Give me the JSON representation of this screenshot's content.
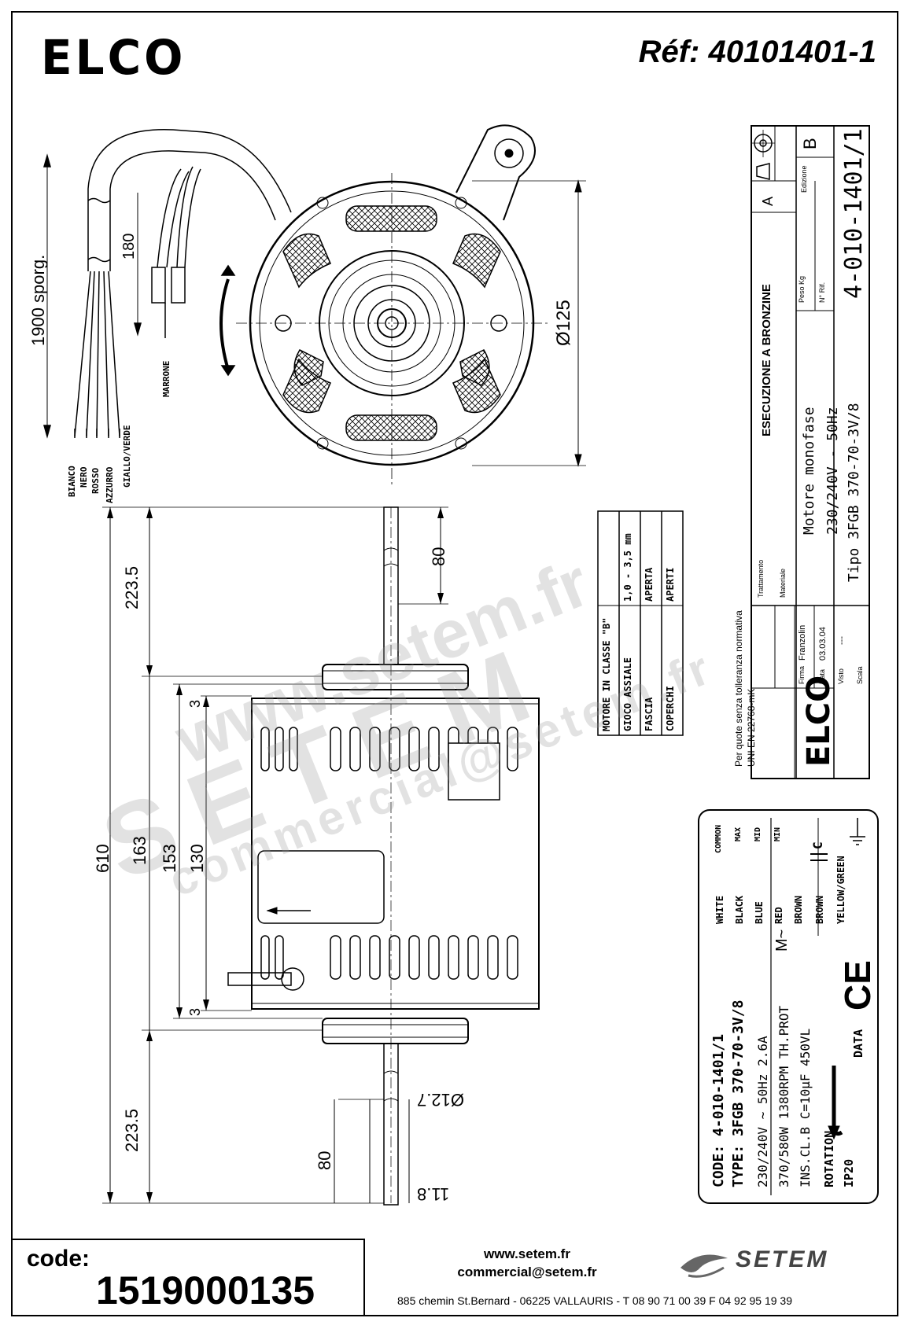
{
  "header": {
    "logo": "ELCO",
    "reference": "Réf: 40101401-1"
  },
  "drawing": {
    "wire_length": "1900 sporg.",
    "lead_length": "180",
    "lead_color": "MARRONE",
    "wires": [
      "BIANCO",
      "NERO",
      "ROSSO",
      "AZZURRO",
      "GIALLO/VERDE"
    ],
    "diameter": "Ø125",
    "dim_total": "610",
    "dim_top_shaft": "223.5",
    "dim_bottom_shaft": "223.5",
    "dim_body_163": "163",
    "dim_body_153": "153",
    "dim_body_130": "130",
    "dim_top_3": "3",
    "dim_bottom_3": "3",
    "dim_key_top": "80",
    "dim_key_bottom": "80",
    "shaft_diameter": "Ø12.7",
    "shaft_flat": "11.8"
  },
  "spec_table": {
    "rows": [
      [
        "MOTORE IN CLASSE \"B\"",
        ""
      ],
      [
        "GIOCO ASSIALE",
        "1,0 - 3,5 mm"
      ],
      [
        "FASCIA",
        "APERTA"
      ],
      [
        "COPERCHI",
        "APERTI"
      ]
    ]
  },
  "title_block": {
    "tolerance": "Per quote senza tolleranza normativa UNI EN 22768-mK",
    "execution": "ESECUZIONE A BRONZINE",
    "edition_a": "A",
    "edition_b": "B",
    "edition_label": "Edizione",
    "peso_label": "Peso Kg",
    "nrif_label": "N° Rif.",
    "part_number": "4-010-1401/1",
    "description": "Motore monofase",
    "voltage": "230/240V - 50Hz",
    "type": "Tipo 3FGB 370-70-3V/8",
    "trattamento": "Trattamento",
    "materiale": "Materiale",
    "firma_label": "Firma",
    "firma": "Franzolin",
    "data_label": "Data",
    "data": "03.03.04",
    "visto_label": "Visto",
    "scala_label": "Scala",
    "scala": "---",
    "logo": "ELCO"
  },
  "nameplate": {
    "code": "CODE: 4-010-1401/1",
    "type": "TYPE: 3FGB 370-70-3V/8",
    "line1": "230/240V ~ 50Hz   2.6A",
    "line2": "370/580W  1380RPM  TH.PROT",
    "line3": "INS.CL.B  C=10µF  450VL",
    "rotation": "ROTATION",
    "ip": "IP20",
    "data": "DATA",
    "ce": "CE",
    "motor_symbol": "M~",
    "capacitor": "C",
    "wiring": [
      {
        "color": "WHITE",
        "role": "COMMON"
      },
      {
        "color": "BLACK",
        "role": "MAX"
      },
      {
        "color": "BLUE",
        "role": "MID"
      },
      {
        "color": "RED",
        "role": "MIN"
      },
      {
        "color": "BROWN",
        "role": ""
      },
      {
        "color": "BROWN",
        "role": ""
      },
      {
        "color": "YELLOW/GREEN",
        "role": ""
      }
    ]
  },
  "watermark": {
    "url": "www.setem.fr",
    "brand": "SETEM",
    "email": "commercial@setem.fr"
  },
  "footer": {
    "code_label": "code:",
    "code_value": "1519000135",
    "website": "www.setem.fr",
    "email": "commercial@setem.fr",
    "address": "885 chemin St.Bernard  -  06225 VALLAURIS  -  T 08 90 71 00 39  F 04 92 95 19 39",
    "brand": "SETEM"
  }
}
